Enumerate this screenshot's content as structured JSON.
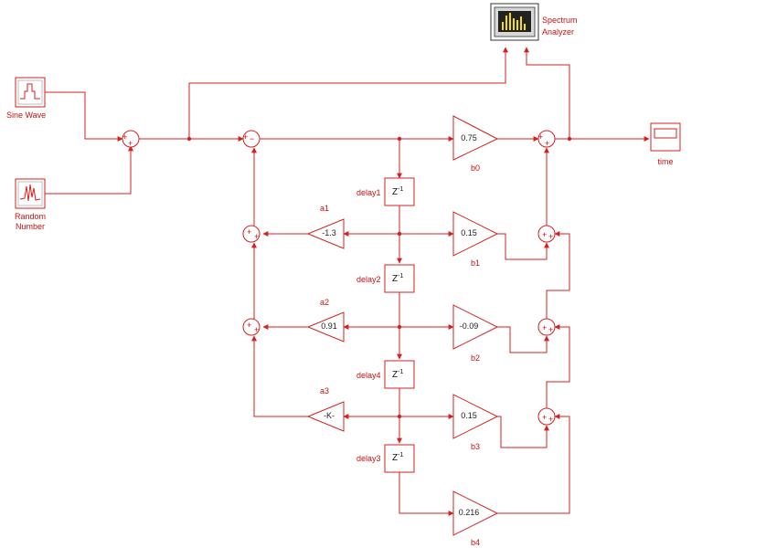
{
  "sources": {
    "sine_label": "Sine Wave",
    "random_label_line1": "Random",
    "random_label_line2": "Number"
  },
  "sinks": {
    "spectrum_line1": "Spectrum",
    "spectrum_line2": "Analyzer",
    "time_label": "time"
  },
  "feedforward": [
    {
      "name": "b0",
      "value": "0.75"
    },
    {
      "name": "b1",
      "value": "0.15"
    },
    {
      "name": "b2",
      "value": "-0.09"
    },
    {
      "name": "b3",
      "value": "0.15"
    },
    {
      "name": "b4",
      "value": "0.216"
    }
  ],
  "feedback": [
    {
      "name": "a1",
      "value": "-1.3"
    },
    {
      "name": "a2",
      "value": "0.91"
    },
    {
      "name": "a3",
      "value": "-K-"
    }
  ],
  "delays": [
    {
      "name": "delay1",
      "base": "Z",
      "exp": "-1"
    },
    {
      "name": "delay2",
      "base": "Z",
      "exp": "-1"
    },
    {
      "name": "delay4",
      "base": "Z",
      "exp": "-1"
    },
    {
      "name": "delay3",
      "base": "Z",
      "exp": "-1"
    }
  ],
  "sum_signs": {
    "plus": "+",
    "minus": "−"
  },
  "colors": {
    "wire": "#d42020",
    "block_border": "#d42020",
    "block_fill": "#ffffff",
    "scope_screen": "#222222",
    "bars": "#f5e000"
  }
}
